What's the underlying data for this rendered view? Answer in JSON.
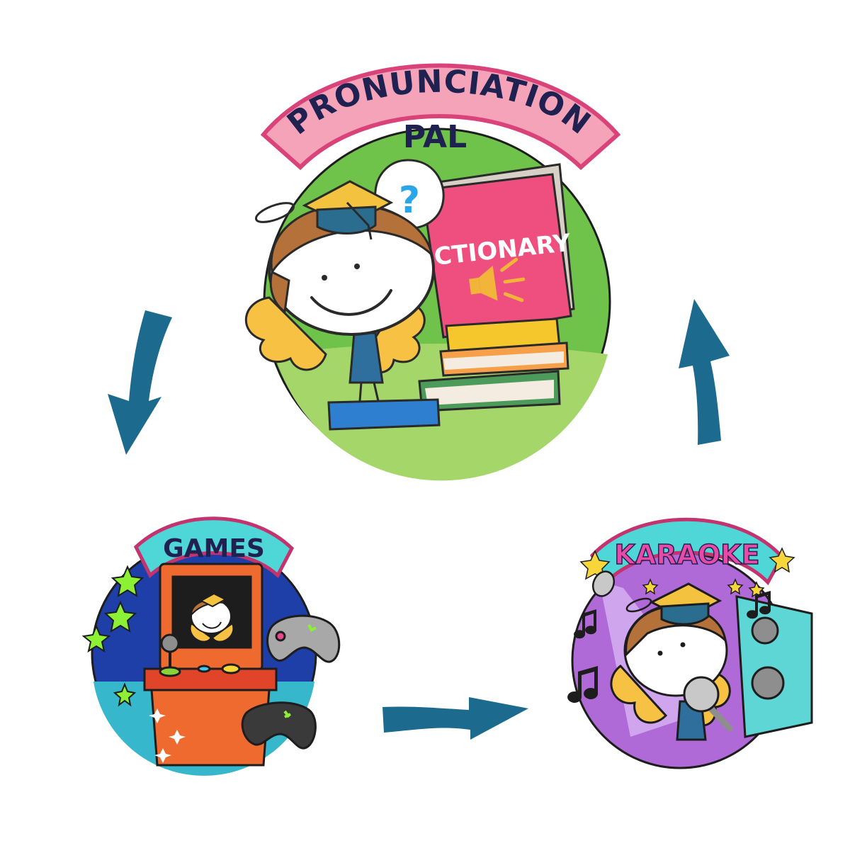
{
  "badges": {
    "pronunciation": {
      "line1": "PRONUNCIATION",
      "line2": "PAL",
      "book_label": "DICTIONARY",
      "bubble_glyph": "?"
    },
    "games": {
      "title": "GAMES"
    },
    "karaoke": {
      "title": "KARAOKE"
    }
  },
  "colors": {
    "arrow": "#1c6b8e",
    "banner_pink": "#f5a3b8",
    "banner_teal": "#4fd6d6",
    "text_navy": "#1f2250",
    "karaoke_title": "#e94aa8",
    "green_disc": "#6fc24a",
    "blue_disc": "#1e3fa8",
    "purple_disc": "#b06ad8",
    "dictionary_pink": "#ef4f7e"
  },
  "icons": [
    "graduation-cap-icon",
    "question-bubble-icon",
    "speaker-icon",
    "game-controller-icon",
    "microphone-icon",
    "music-note-icon",
    "star-icon",
    "halo-icon"
  ]
}
